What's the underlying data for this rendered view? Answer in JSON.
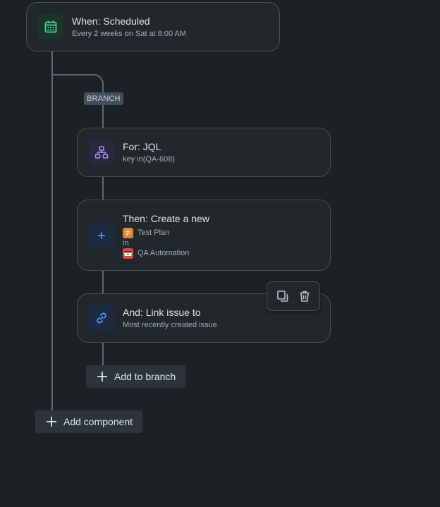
{
  "trigger": {
    "title": "When: Scheduled",
    "subtitle": "Every 2 weeks on Sat at 8:00 AM",
    "icon": "calendar-icon"
  },
  "branch_label": "BRANCH",
  "for_jql": {
    "title": "For: JQL",
    "subtitle": "key in(QA-608)",
    "icon": "hierarchy-icon"
  },
  "create_issue": {
    "title": "Then: Create a new",
    "issue_type": "Test Plan",
    "connector": "in",
    "project": "QA Automation",
    "icon": "plus-icon"
  },
  "link_issue": {
    "title": "And: Link issue to",
    "subtitle": "Most recently created issue",
    "icon": "link-icon"
  },
  "toolbar": {
    "duplicate_icon": "copy-icon",
    "delete_icon": "trash-icon"
  },
  "add_to_branch_label": "Add to branch",
  "add_component_label": "Add component",
  "colors": {
    "background": "#1d2125",
    "card": "#22272b",
    "border": "#454f59",
    "trigger_icon_bg": "#1c3329",
    "trigger_icon": "#4bce97",
    "branch_icon_bg": "#2b273f",
    "branch_icon": "#9f8fef",
    "action_icon_bg": "#1c2b41",
    "action_icon": "#579dff",
    "test_plan": "#e2852f",
    "project": "#e2483d"
  }
}
